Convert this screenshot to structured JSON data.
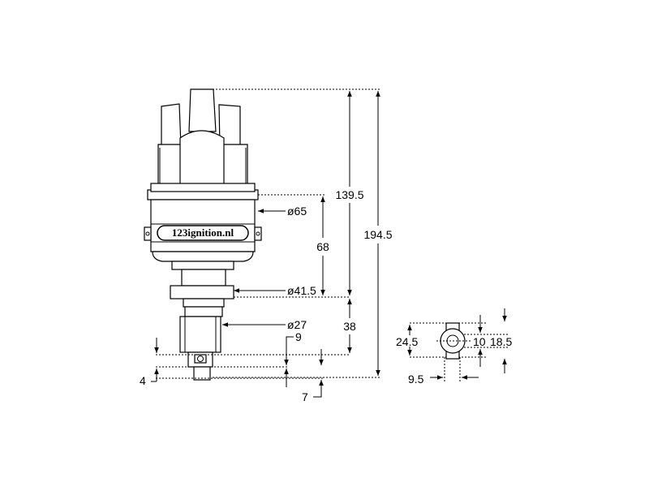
{
  "brand_label": "123ignition.nl",
  "dimensions": {
    "d65": "ø65",
    "d41_5": "ø41.5",
    "d27": "ø27",
    "h68": "68",
    "h139_5": "139.5",
    "h194_5": "194.5",
    "h38": "38",
    "h9": "9",
    "h4": "4",
    "h7": "7",
    "side_24_5": "24.5",
    "side_10": "10",
    "side_18_5": "18.5",
    "side_9_5": "9.5"
  }
}
